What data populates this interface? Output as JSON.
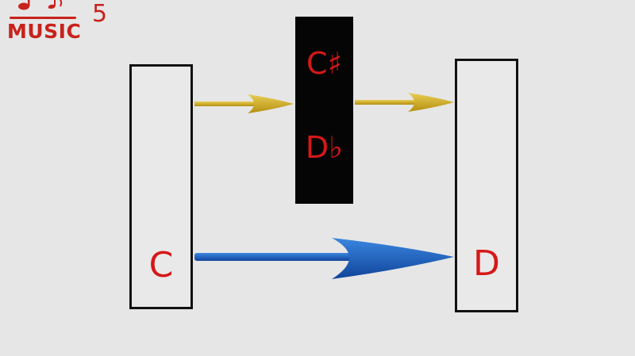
{
  "logo": {
    "word": "MUSIC",
    "number": "5",
    "color": "#c8221c"
  },
  "keys": {
    "left_white": {
      "note": "C"
    },
    "black": {
      "sharp_name": "C♯",
      "flat_name": "D♭"
    },
    "right_white": {
      "note": "D"
    }
  },
  "arrows": {
    "half_step_color": "#d6b21e",
    "whole_step_color": "#1a5fb8"
  }
}
